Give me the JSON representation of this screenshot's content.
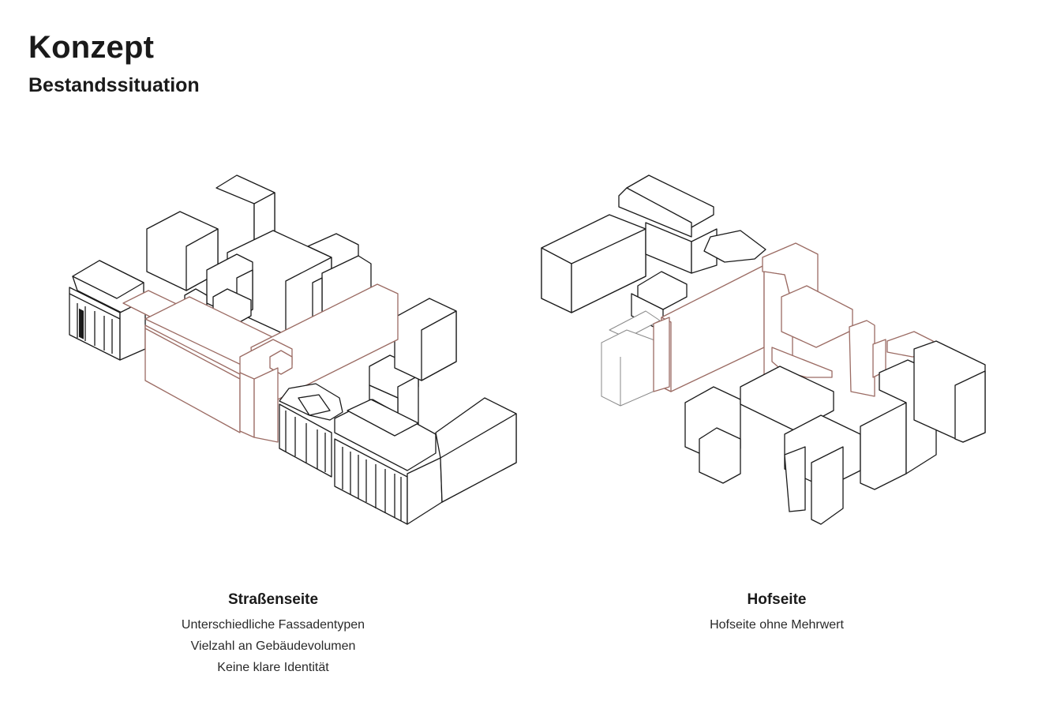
{
  "header": {
    "title": "Konzept",
    "subtitle": "Bestandssituation"
  },
  "captions": {
    "left": {
      "heading": "Straßenseite",
      "lines": [
        "Unterschiedliche Fassadentypen",
        "Vielzahl an Gebäudevolumen",
        "Keine klare Identität"
      ]
    },
    "right": {
      "heading": "Hofseite",
      "lines": [
        "Hofseite ohne Mehrwert"
      ]
    }
  },
  "colors": {
    "existing_line": "#1a1a1a",
    "highlight_line": "#9b6b63",
    "background": "#ffffff"
  }
}
